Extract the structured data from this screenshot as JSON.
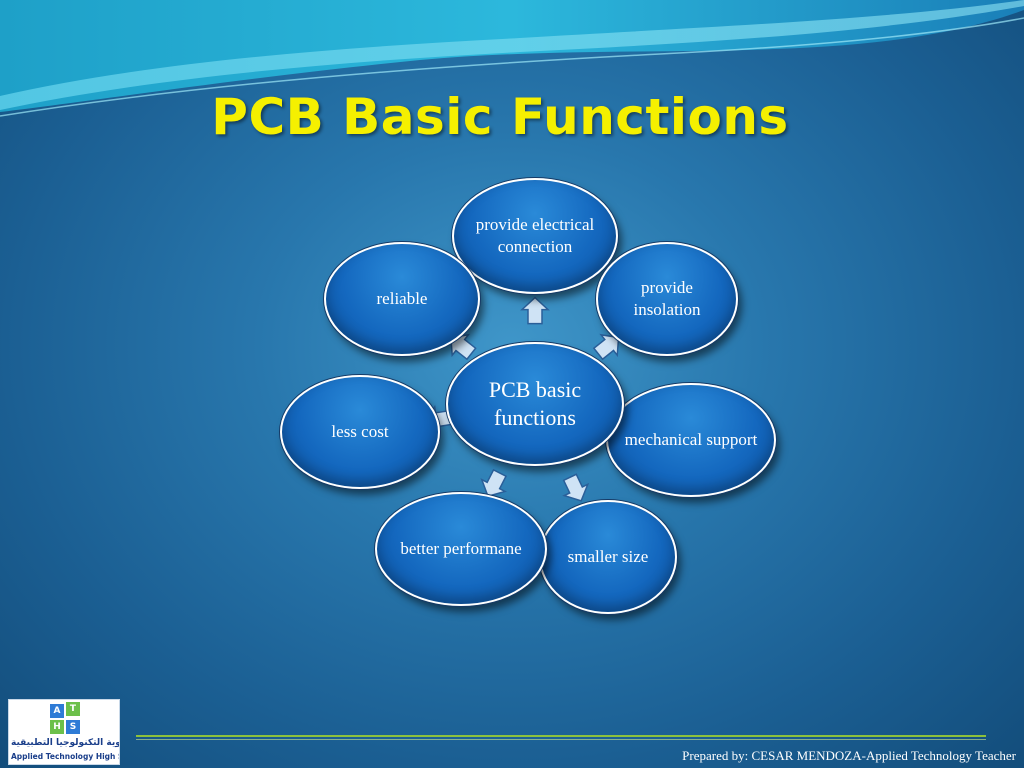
{
  "slide": {
    "title": "PCB Basic Functions",
    "footer": "Prepared by: CESAR MENDOZA-Applied Technology Teacher"
  },
  "diagram": {
    "center": "PCB basic functions",
    "nodes": [
      "provide electrical connection",
      "provide insolation",
      "mechanical support",
      "smaller size",
      "better performane",
      "less cost",
      "reliable"
    ]
  },
  "logo": {
    "letters": [
      "A",
      "T",
      "H",
      "S"
    ],
    "arabic": "ثانوية التكنولوجيا التطبيقية",
    "english": "Applied Technology High School"
  },
  "colors": {
    "title": "#f5f000",
    "node_fill": "#1468bf",
    "background": "#2877ad",
    "footer_line": "#9acd32"
  }
}
